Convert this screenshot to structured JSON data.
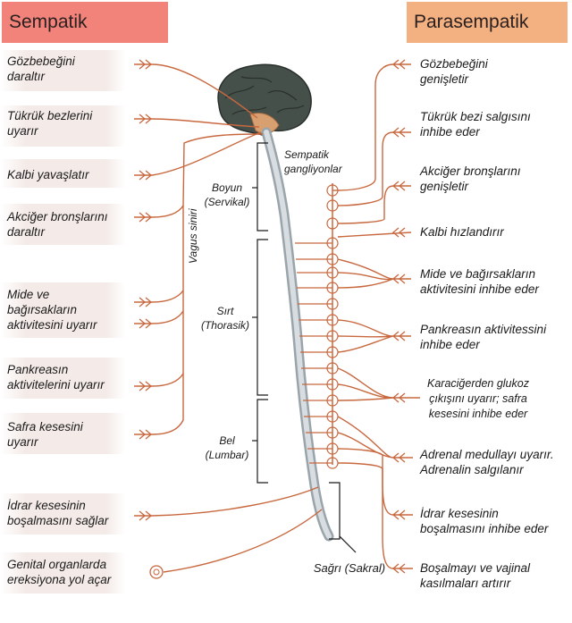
{
  "headers": {
    "left": "Sempatik",
    "right": "Parasempatik"
  },
  "left_labels": [
    {
      "line1": "Gözbebeğini",
      "line2": "daraltır"
    },
    {
      "line1": "Tükrük bezlerini",
      "line2": "uyarır"
    },
    {
      "line1": "Kalbi yavaşlatır",
      "line2": ""
    },
    {
      "line1": "Akciğer bronşlarını",
      "line2": "daraltır"
    },
    {
      "line1": "Mide ve",
      "line2": "bağırsakların",
      "line3": "aktivitesini uyarır"
    },
    {
      "line1": "Pankreasın",
      "line2": "aktivitelerini uyarır"
    },
    {
      "line1": "Safra kesesini",
      "line2": "uyarır"
    },
    {
      "line1": "İdrar kesesinin",
      "line2": "boşalmasını sağlar"
    },
    {
      "line1": "Genital organlarda",
      "line2": "ereksiyona yol açar"
    }
  ],
  "right_labels": [
    {
      "line1": "Gözbebeğini",
      "line2": "genişletir"
    },
    {
      "line1": "Tükrük bezi salgısını",
      "line2": "inhibe eder"
    },
    {
      "line1": "Akciğer bronşlarını",
      "line2": "genişletir"
    },
    {
      "line1": "Kalbi hızlandırır",
      "line2": ""
    },
    {
      "line1": "Mide ve bağırsakların",
      "line2": "aktivitesini inhibe eder"
    },
    {
      "line1": "Pankreasın aktivitessini",
      "line2": "inhibe eder"
    },
    {
      "line1": "Karaciğerden glukoz",
      "line2": "çıkışını uyarır; safra",
      "line3": "kesesini inhibe eder"
    },
    {
      "line1": "Adrenal medullayı uyarır.",
      "line2": "Adrenalin salgılanır"
    },
    {
      "line1": "İdrar kesesinin",
      "line2": "boşalmasını inhibe eder"
    },
    {
      "line1": "Boşalmayı ve vajinal",
      "line2": "kasılmaları artırır"
    }
  ],
  "regions": {
    "cervical": {
      "line1": "Boyun",
      "line2": "(Servikal)"
    },
    "thoracic": {
      "line1": "Sırt",
      "line2": "(Thorasik)"
    },
    "lumbar": {
      "line1": "Bel",
      "line2": "(Lumbar)"
    },
    "sacral": "Sağrı (Sakral)"
  },
  "ganglia_label": {
    "line1": "Sempatik",
    "line2": "gangliyonlar"
  },
  "vagus_label": "Vagus siniri",
  "colors": {
    "nerve": "#c8683f",
    "brain": "#3d4a3e",
    "cord": "#c9cfd4"
  }
}
